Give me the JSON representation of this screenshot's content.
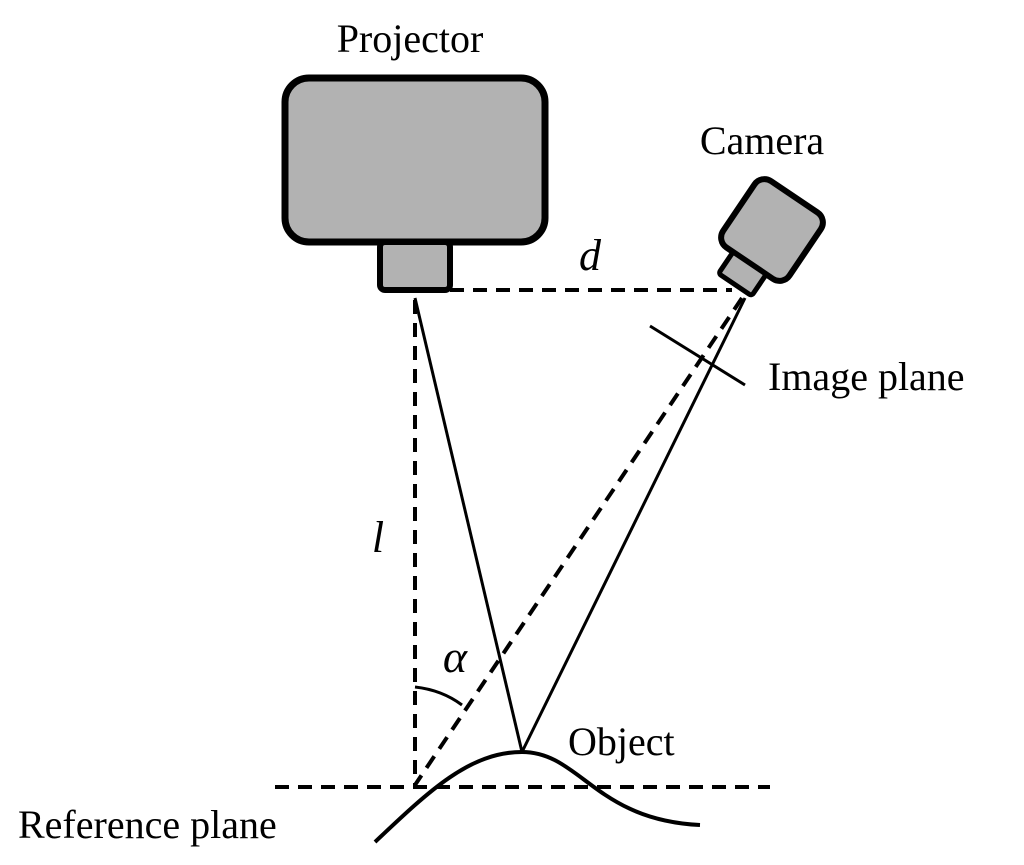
{
  "labels": {
    "projector": "Projector",
    "camera": "Camera",
    "baseline_d": "d",
    "image_plane": "Image plane",
    "distance_l": "l",
    "angle_alpha": "α",
    "object": "Object",
    "reference_plane": "Reference plane"
  },
  "colors": {
    "device_fill": "#b2b2b2",
    "stroke": "#000000",
    "background": "#ffffff"
  }
}
